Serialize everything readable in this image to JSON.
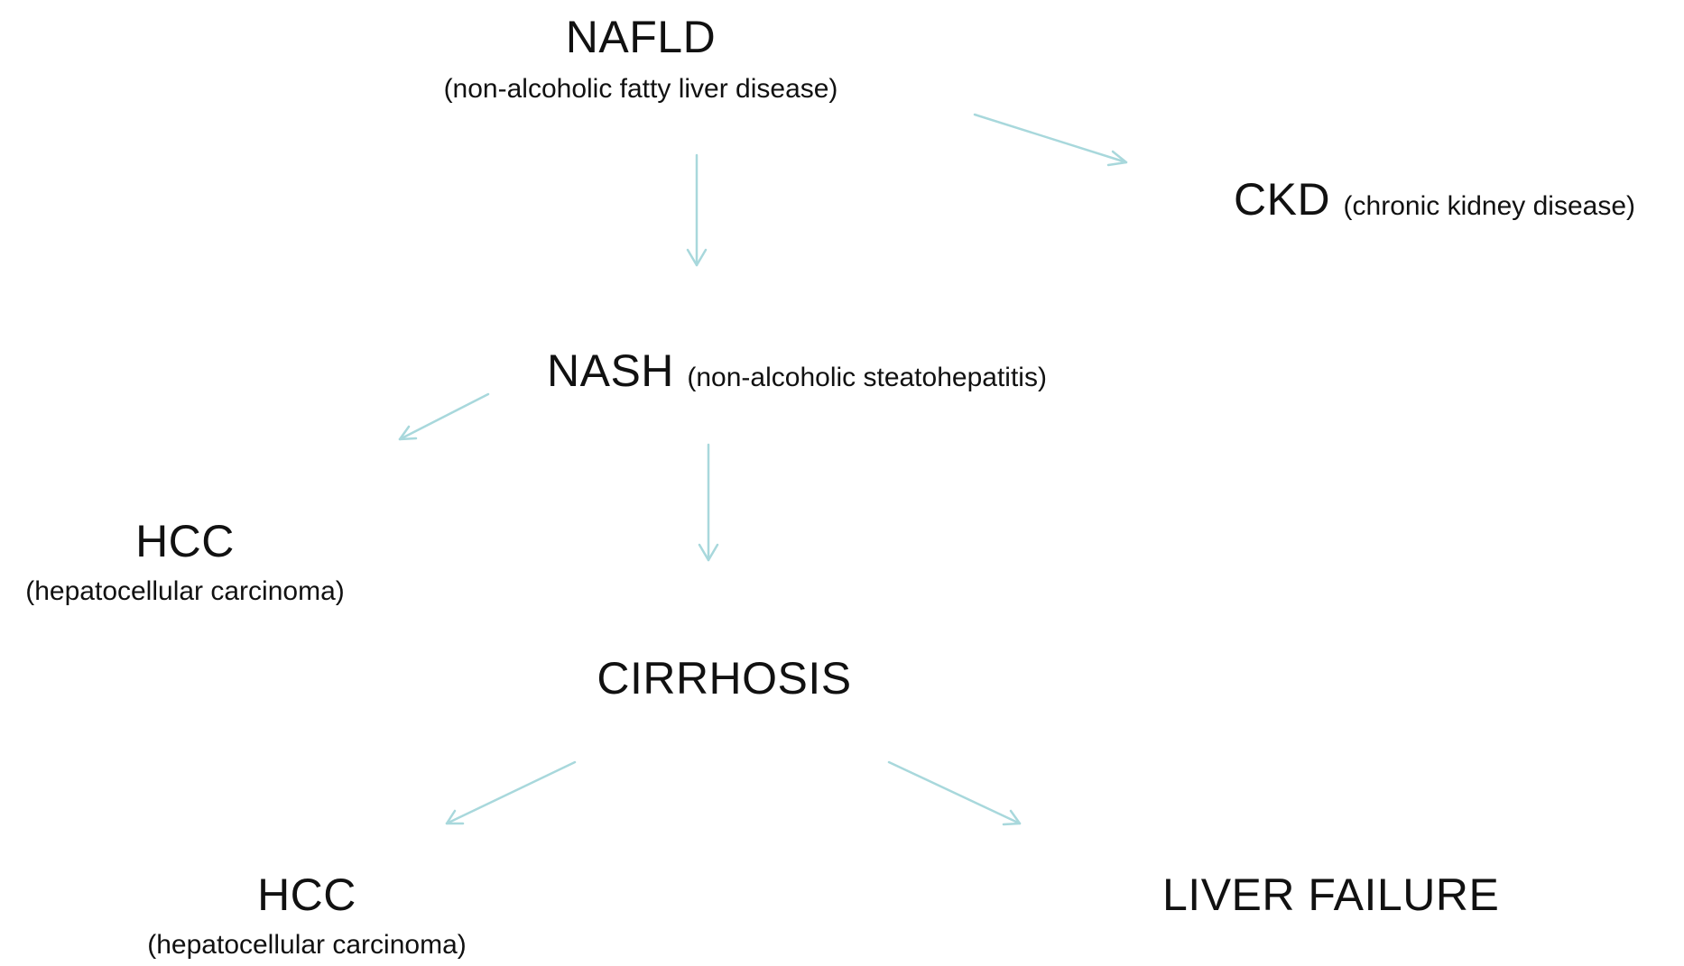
{
  "nodes": {
    "nafld": {
      "label": "NAFLD",
      "sub": "(non-alcoholic fatty liver disease)"
    },
    "ckd": {
      "label": "CKD",
      "sub": "(chronic kidney disease)"
    },
    "nash": {
      "label": "NASH",
      "sub": "(non-alcoholic steatohepatitis)"
    },
    "hcc_upper": {
      "label": "HCC",
      "sub": "(hepatocellular carcinoma)"
    },
    "cirrhosis": {
      "label": "CIRRHOSIS"
    },
    "hcc_lower": {
      "label": "HCC",
      "sub": "(hepatocellular carcinoma)"
    },
    "liver_failure": {
      "label": "LIVER FAILURE"
    }
  },
  "edges": [
    {
      "from": "nafld",
      "to": "nash"
    },
    {
      "from": "nafld",
      "to": "ckd"
    },
    {
      "from": "nash",
      "to": "hcc_upper"
    },
    {
      "from": "nash",
      "to": "cirrhosis"
    },
    {
      "from": "cirrhosis",
      "to": "hcc_lower"
    },
    {
      "from": "cirrhosis",
      "to": "liver_failure"
    }
  ],
  "colors": {
    "arrow": "#a8d8dc",
    "text": "#111111"
  }
}
